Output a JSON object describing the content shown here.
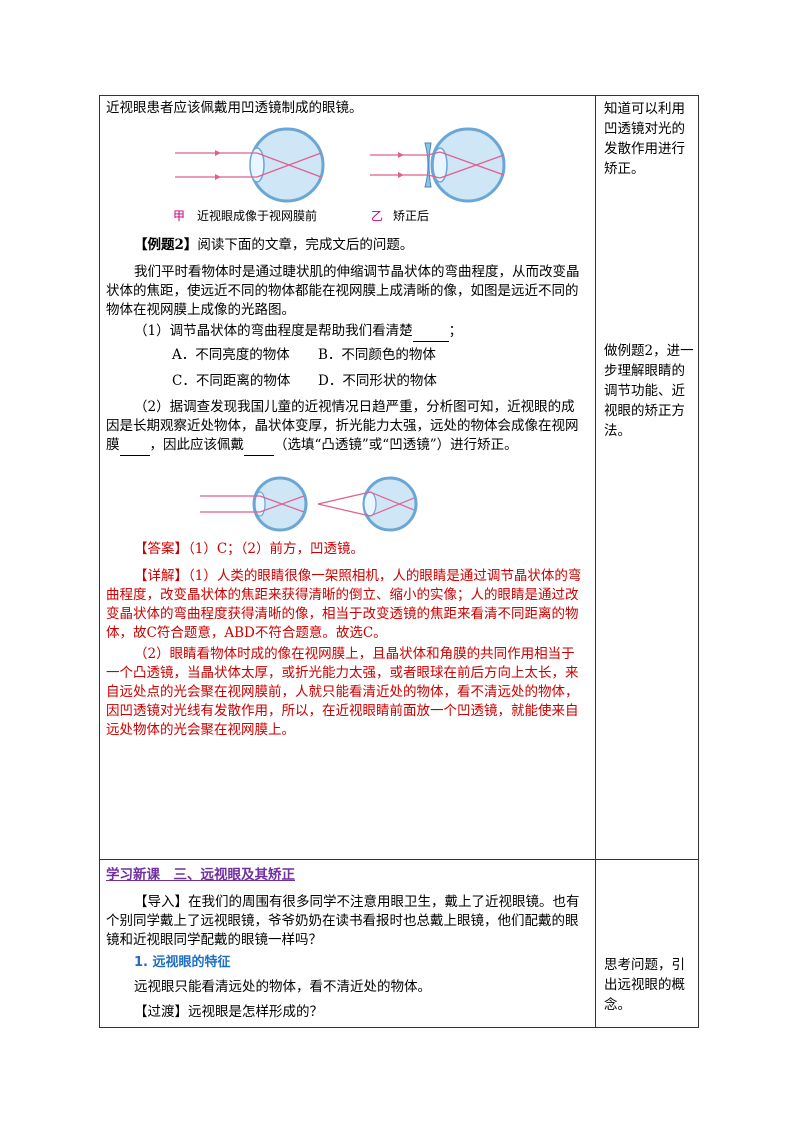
{
  "row1": {
    "intro": "近视眼患者应该佩戴用凹透镜制成的眼镜。",
    "caption_a_mark": "甲",
    "caption_a_text": "近视眼成像于视网膜前",
    "caption_b_mark": "乙",
    "caption_b_text": "矫正后",
    "example_label": "【例题2】",
    "example_text": "阅读下面的文章，完成文后的问题。",
    "passage": "我们平时看物体时是通过睫状肌的伸缩调节晶状体的弯曲程度，从而改变晶状体的焦距，使远近不同的物体都能在视网膜上成清晰的像，如图是远近不同的物体在视网膜上成像的光路图。",
    "q1": "（1）调节晶状体的弯曲程度是帮助我们看清楚",
    "q1_end": "；",
    "opt_a": "A．不同亮度的物体",
    "opt_b": "B．不同颜色的物体",
    "opt_c": "C．不同距离的物体",
    "opt_d": "D．不同形状的物体",
    "q2_a": "（2）据调查发现我国儿童的近视情况日趋严重，分析图可知，近视眼的成因是长期观察近处物体，晶状体变厚，折光能力太强，远处的物体会成像在视网膜",
    "q2_b": "，因此应该佩戴",
    "q2_c": "（选填“凸透镜”或“凹透镜”）进行矫正。",
    "answer_label": "【答案】",
    "answer_text": "（1）C；（2）前方，凹透镜。",
    "detail_label": "【详解】",
    "detail_1": "（1）人类的眼睛很像一架照相机，人的眼睛是通过调节晶状体的弯曲程度，改变晶状体的焦距来获得清晰的倒立、缩小的实像；人的眼睛是通过改变晶状体的弯曲程度获得清晰的像，相当于改变透镜的焦距来看清不同距离的物体，故C符合题意，ABD不符合题意。故选C。",
    "detail_2": "（2）眼睛看物体时成的像在视网膜上，且晶状体和角膜的共同作用相当于一个凸透镜，当晶状体太厚，或折光能力太强，或者眼球在前后方向上太长，来自远处点的光会聚在视网膜前，人就只能看清近处的物体，看不清远处的物体，因凹透镜对光线有发散作用，所以，在近视眼睛前面放一个凹透镜，就能使来自远处物体的光会聚在视网膜上。",
    "side_1": "知道可以利用凹透镜对光的发散作用进行矫正。",
    "side_2": "做例题2，进一步理解眼睛的调节功能、近视眼的矫正方法。"
  },
  "row2": {
    "heading": "学习新课　三、远视眼及其矫正",
    "intro_label": "【导入】",
    "intro_text": "在我们的周围有很多同学不注意用眼卫生，戴上了近视眼镜。也有个别同学戴上了远视眼镜，爷爷奶奶在读书看报时也总戴上眼镜，他们配戴的眼镜和近视眼同学配戴的眼镜一样吗？",
    "sub_heading": "1. 远视眼的特征",
    "feature": "远视眼只能看清远处的物体，看不清近处的物体。",
    "trans_label": "【过渡】",
    "trans_text": "远视眼是怎样形成的？",
    "side": "思考问题，引出远视眼的概念。"
  },
  "colors": {
    "heading": "#7030a0",
    "sub_heading": "#1f6fc5",
    "answer": "#cc0000",
    "caption_mark": "#c0007a",
    "ray": "#e06090",
    "eye": "#8ec3e8"
  }
}
